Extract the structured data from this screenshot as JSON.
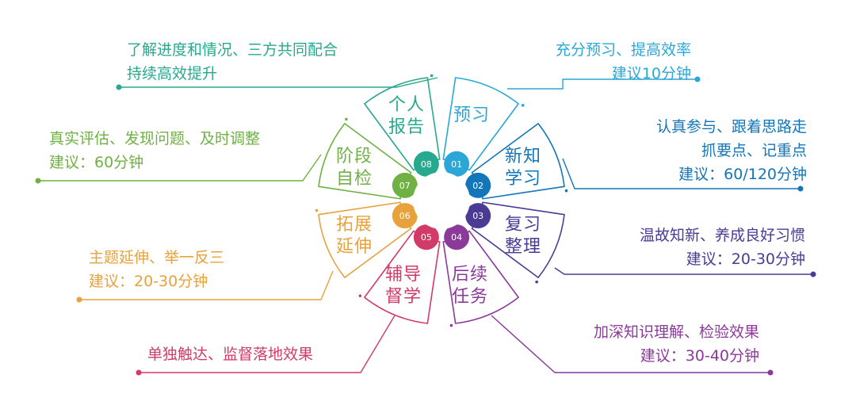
{
  "diagram": {
    "petals": [
      {
        "num": "01",
        "title_lines": [
          "预习"
        ],
        "color": "#2aa7d6"
      },
      {
        "num": "02",
        "title_lines": [
          "新知",
          "学习"
        ],
        "color": "#1376b8"
      },
      {
        "num": "03",
        "title_lines": [
          "复习",
          "整理"
        ],
        "color": "#4b3b94"
      },
      {
        "num": "04",
        "title_lines": [
          "后续",
          "任务"
        ],
        "color": "#8b3a9a"
      },
      {
        "num": "05",
        "title_lines": [
          "辅导",
          "督学"
        ],
        "color": "#d23a68"
      },
      {
        "num": "06",
        "title_lines": [
          "拓展",
          "延伸"
        ],
        "color": "#e7a23c"
      },
      {
        "num": "07",
        "title_lines": [
          "阶段",
          "自检"
        ],
        "color": "#6fb144"
      },
      {
        "num": "08",
        "title_lines": [
          "个人",
          "报告"
        ],
        "color": "#27a98f"
      }
    ],
    "annotations": [
      {
        "lines": [
          "充分预习、提高效率",
          "建议10分钟"
        ]
      },
      {
        "lines": [
          "认真参与、跟着思路走",
          "抓要点、记重点",
          "建议：60/120分钟"
        ]
      },
      {
        "lines": [
          "温故知新、养成良好习惯",
          "建议：20-30分钟"
        ]
      },
      {
        "lines": [
          "加深知识理解、检验效果",
          "建议：30-40分钟"
        ]
      },
      {
        "lines": [
          "单独触达、监督落地效果"
        ]
      },
      {
        "lines": [
          "主题延伸、举一反三",
          "建议：20-30分钟"
        ]
      },
      {
        "lines": [
          "真实评估、发现问题、及时调整",
          "建议：60分钟"
        ]
      },
      {
        "lines": [
          "了解进度和情况、三方共同配合",
          "持续高效提升"
        ]
      }
    ]
  }
}
